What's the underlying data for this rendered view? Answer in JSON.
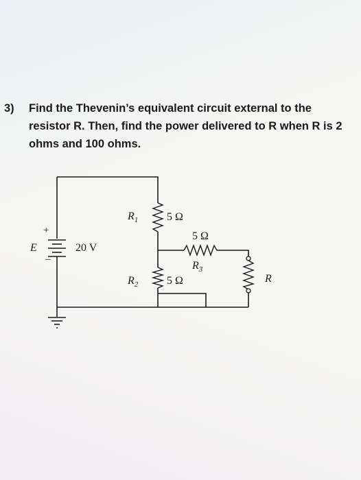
{
  "problem": {
    "number": "3)",
    "text": "Find the Thevenin’s equivalent circuit external to the resistor R. Then, find the power delivered to R when R is 2 ohms and 100 ohms."
  },
  "circuit": {
    "source": {
      "name": "E",
      "value": "20 V",
      "plus": "+",
      "minus": "–"
    },
    "r1": {
      "name": "R",
      "sub": "1",
      "value": "5 Ω"
    },
    "r2": {
      "name": "R",
      "sub": "2",
      "value": "5 Ω"
    },
    "r3": {
      "name": "R",
      "sub": "3",
      "value": "5 Ω"
    },
    "load": {
      "name": "R"
    }
  }
}
